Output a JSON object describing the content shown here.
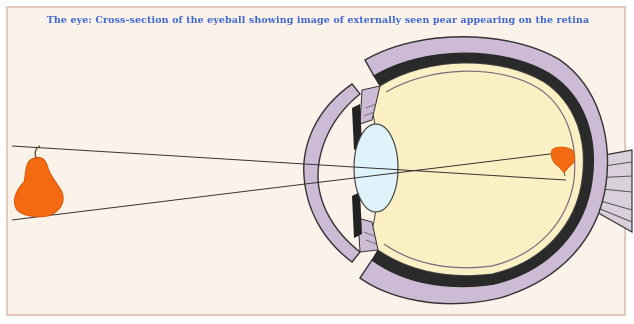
{
  "title": "The eye: Cross-section of the eyeball showing image of externally seen pear appearing on the retina",
  "colors": {
    "background": "#fbf2ea",
    "border": "#e2c8b6",
    "title": "#3f67d6",
    "pear": "#f36a10",
    "vitreous": "#fbf0c3",
    "sclera": "#cdbbd6",
    "choroid": "#2a2a2a",
    "lens": "#dff3fb",
    "ray": "#333333"
  },
  "icons": {
    "object": "pear",
    "image": "inverted-pear"
  }
}
